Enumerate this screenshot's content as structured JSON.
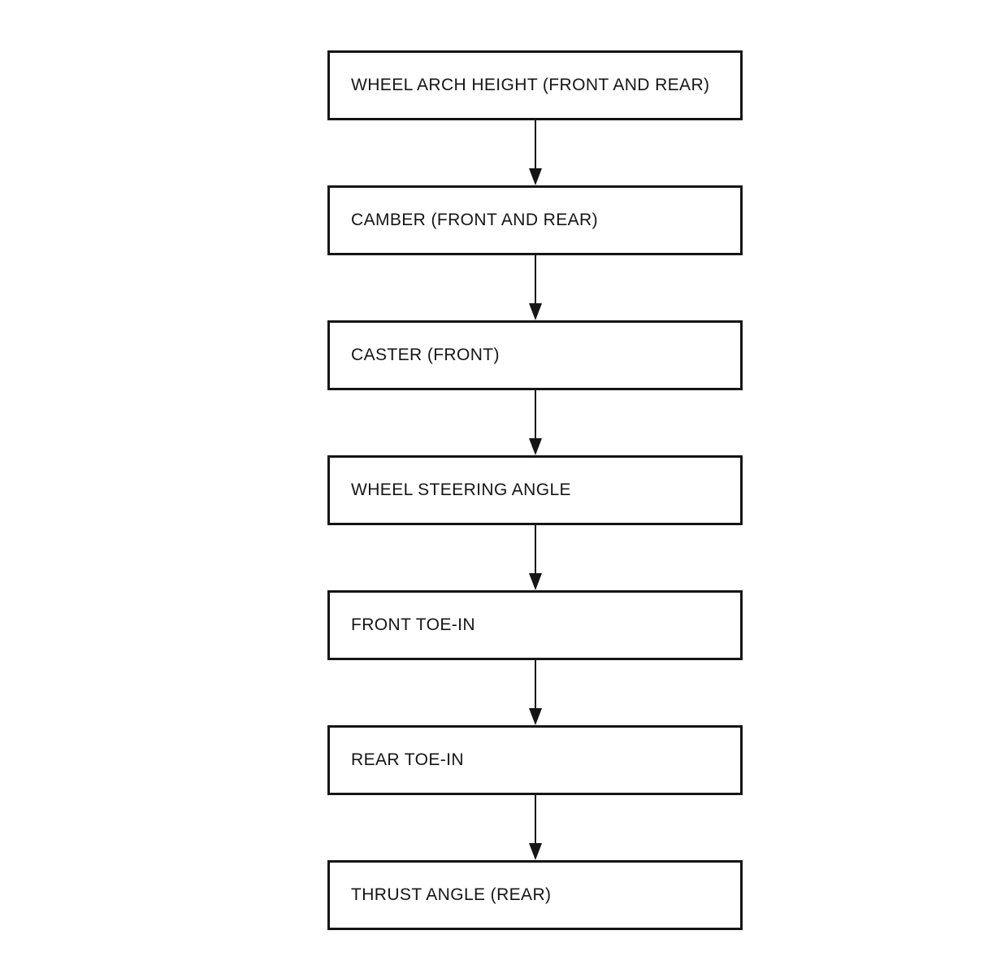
{
  "colors": {
    "ink": "#151515",
    "paper": "#ffffff"
  },
  "flow": {
    "steps": [
      {
        "label": "WHEEL ARCH HEIGHT (FRONT AND REAR)"
      },
      {
        "label": "CAMBER (FRONT AND REAR)"
      },
      {
        "label": "CASTER (FRONT)"
      },
      {
        "label": "WHEEL STEERING ANGLE"
      },
      {
        "label": "FRONT TOE-IN"
      },
      {
        "label": "REAR TOE-IN"
      },
      {
        "label": "THRUST ANGLE (REAR)"
      }
    ]
  }
}
